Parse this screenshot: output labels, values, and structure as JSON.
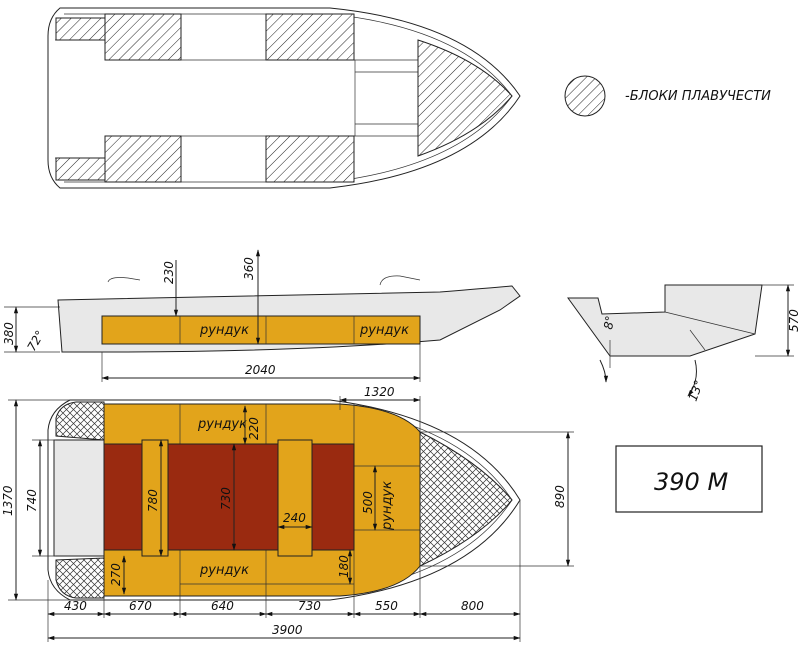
{
  "legend": {
    "label": "-БЛОКИ ПЛАВУЧЕСТИ"
  },
  "model": {
    "name": "390 M"
  },
  "side_view": {
    "dim_230": "230",
    "dim_360": "360",
    "dim_380": "380",
    "dim_2040": "2040",
    "angle_72": "72°",
    "locker_left": "рундук",
    "locker_right": "рундук"
  },
  "transom_view": {
    "dim_570": "570",
    "angle_8": "8°",
    "angle_13": "13°"
  },
  "plan_view": {
    "dim_1320": "1320",
    "dim_220": "220",
    "dim_780": "780",
    "dim_730v": "730",
    "dim_240": "240",
    "dim_500": "500",
    "dim_270": "270",
    "dim_180": "180",
    "dim_740": "740",
    "dim_1370": "1370",
    "dim_890": "890",
    "locker_top": "рундук",
    "locker_bottom": "рундук",
    "locker_front": "рундук",
    "bottom_dims": [
      "430",
      "670",
      "640",
      "730",
      "550",
      "800"
    ],
    "total_length": "3900"
  },
  "colors": {
    "locker": "#e2a41b",
    "floor": "#9a2a10",
    "hull_grey": "#e8e8e8"
  }
}
